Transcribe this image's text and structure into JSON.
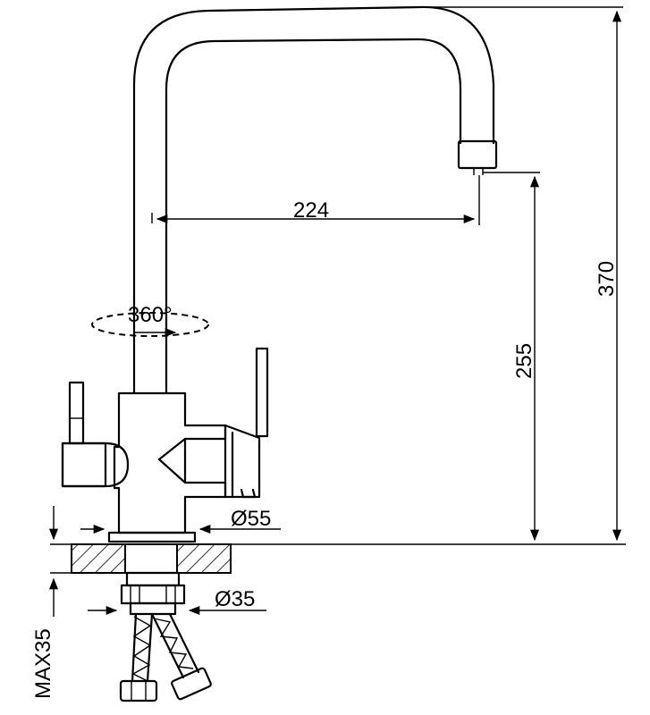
{
  "dimensions": {
    "spout_reach": "224",
    "total_height": "370",
    "spout_height": "255",
    "rotation": "360°",
    "base_diameter": "Ø55",
    "shank_diameter": "Ø35",
    "max_counter_thickness": "MAX35"
  },
  "colors": {
    "line": "#000000",
    "background": "#ffffff"
  }
}
